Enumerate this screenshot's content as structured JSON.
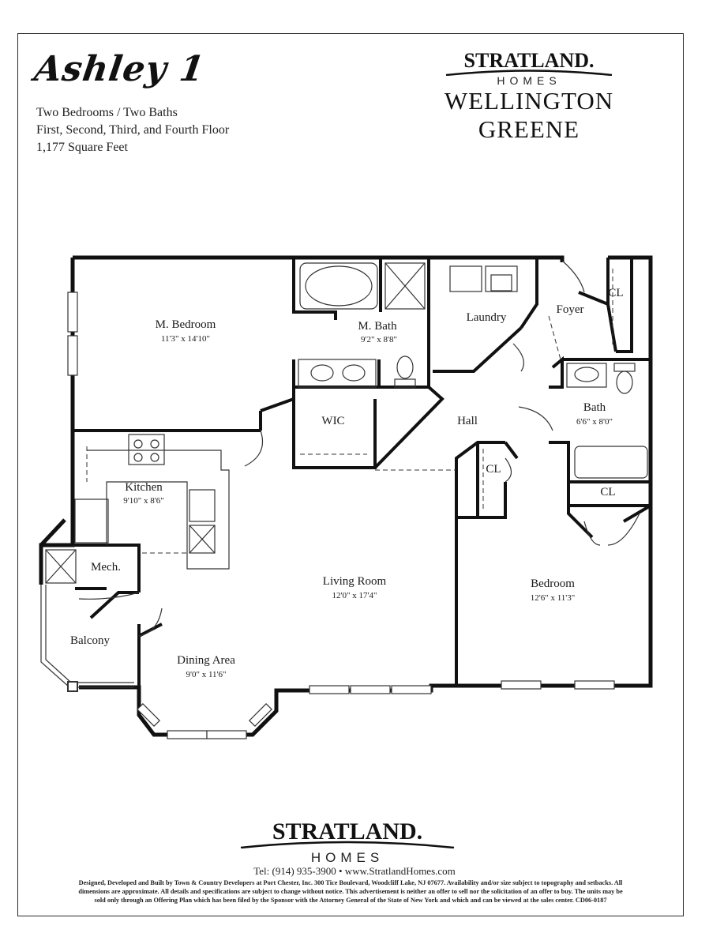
{
  "plan": {
    "name": "Ashley 1",
    "info": [
      "Two Bedrooms / Two Baths",
      "First, Second, Third, and Fourth Floor",
      "1,177 Square Feet"
    ]
  },
  "brand": {
    "builder": "STRATLAND.",
    "builder_sub": "HOMES",
    "community": "WELLINGTON GREENE"
  },
  "rooms": {
    "m_bedroom": {
      "label": "M. Bedroom",
      "dims": "11'3\" x 14'10\""
    },
    "m_bath": {
      "label": "M. Bath",
      "dims": "9'2\" x 8'8\""
    },
    "laundry": {
      "label": "Laundry"
    },
    "foyer": {
      "label": "Foyer"
    },
    "cl_foyer": {
      "label": "CL"
    },
    "wic": {
      "label": "WIC"
    },
    "hall": {
      "label": "Hall"
    },
    "bath": {
      "label": "Bath",
      "dims": "6'6\" x 8'0\""
    },
    "kitchen": {
      "label": "Kitchen",
      "dims": "9'10\" x 8'6\""
    },
    "cl_hall": {
      "label": "CL"
    },
    "cl_bedroom": {
      "label": "CL"
    },
    "mech": {
      "label": "Mech."
    },
    "living_room": {
      "label": "Living Room",
      "dims": "12'0\" x 17'4\""
    },
    "bedroom": {
      "label": "Bedroom",
      "dims": "12'6\" x 11'3\""
    },
    "balcony": {
      "label": "Balcony"
    },
    "dining_area": {
      "label": "Dining Area",
      "dims": "9'0\" x 11'6\""
    }
  },
  "footer": {
    "contact": "Tel: (914) 935-3900 • www.StratlandHomes.com",
    "disclaimer_1": "Designed, Developed and Built by Town & Country Developers at Port Chester, Inc. 300 Tice Boulevard, Woodcliff Lake, NJ 07677. Availability and/or size subject to topography and setbacks. All",
    "disclaimer_2": "dimensions are approximate. All details and specifications are subject to change without notice. This advertisement is neither an offer to sell nor the solicitation of an offer to buy. The units may be",
    "disclaimer_3": "sold only through an Offering Plan which has been filed by the Sponsor with the Attorney General of the State of New York and which and can be viewed at the sales center. CD06-0187"
  },
  "colors": {
    "wall": "#111111",
    "line": "#333333",
    "paper": "#ffffff"
  }
}
